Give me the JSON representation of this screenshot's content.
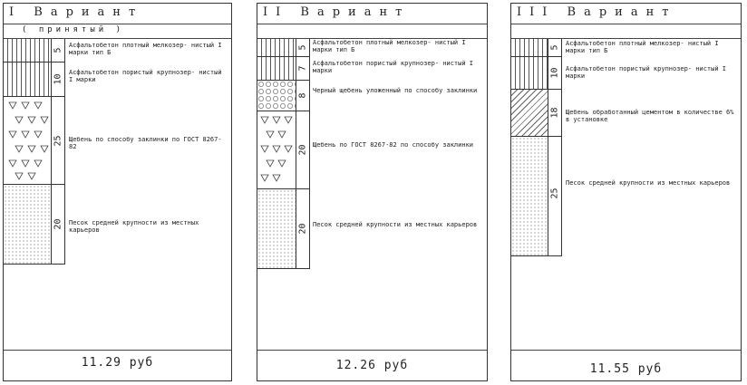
{
  "variants": [
    {
      "title": "I Вариант",
      "subtitle": "( принятый )",
      "price": "11.29 руб",
      "layers": [
        {
          "thickness": "5",
          "desc": "Асфальтобетон плотный мелкозер- нистый I марки тип Б",
          "pattern": "stripe"
        },
        {
          "thickness": "10",
          "desc": "Асфальтобетон пористый крупнозер- нистый I марки",
          "pattern": "stripe"
        },
        {
          "thickness": "25",
          "desc": "Щебень по способу заклинки по ГОСТ 8267-82",
          "pattern": "tri"
        },
        {
          "thickness": "20",
          "desc": "Песок средней крупности из местных карьеров",
          "pattern": "dots"
        }
      ]
    },
    {
      "title": "II Вариант",
      "subtitle": "",
      "price": "12.26 руб",
      "layers": [
        {
          "thickness": "5",
          "desc": "Асфальтобетон плотный мелкозер- нистый I марки тип Б",
          "pattern": "stripe"
        },
        {
          "thickness": "7",
          "desc": "Асфальтобетон пористый крупнозер- нистый I марки",
          "pattern": "stripe"
        },
        {
          "thickness": "8",
          "desc": "Черный щебень уложенный по способу заклинки",
          "pattern": "circles"
        },
        {
          "thickness": "20",
          "desc": "Щебень по ГОСТ 8267-82 по способу заклинки",
          "pattern": "tri"
        },
        {
          "thickness": "20",
          "desc": "Песок средней крупности из местных карьеров",
          "pattern": "dots"
        }
      ]
    },
    {
      "title": "III Вариант",
      "subtitle": "",
      "price": "11.55 руб",
      "layers": [
        {
          "thickness": "5",
          "desc": "Асфальтобетон плотный мелкозер- нистый I марки тип Б",
          "pattern": "stripe"
        },
        {
          "thickness": "10",
          "desc": "Асфальтобетон пористый крупнозер- нистый I марки",
          "pattern": "stripe"
        },
        {
          "thickness": "18",
          "desc": "Щебень обработанный цементом в количестве 6% в установке",
          "pattern": "diag"
        },
        {
          "thickness": "25",
          "desc": "Песок средней крупности из местных карьеров",
          "pattern": "dots"
        }
      ]
    }
  ]
}
